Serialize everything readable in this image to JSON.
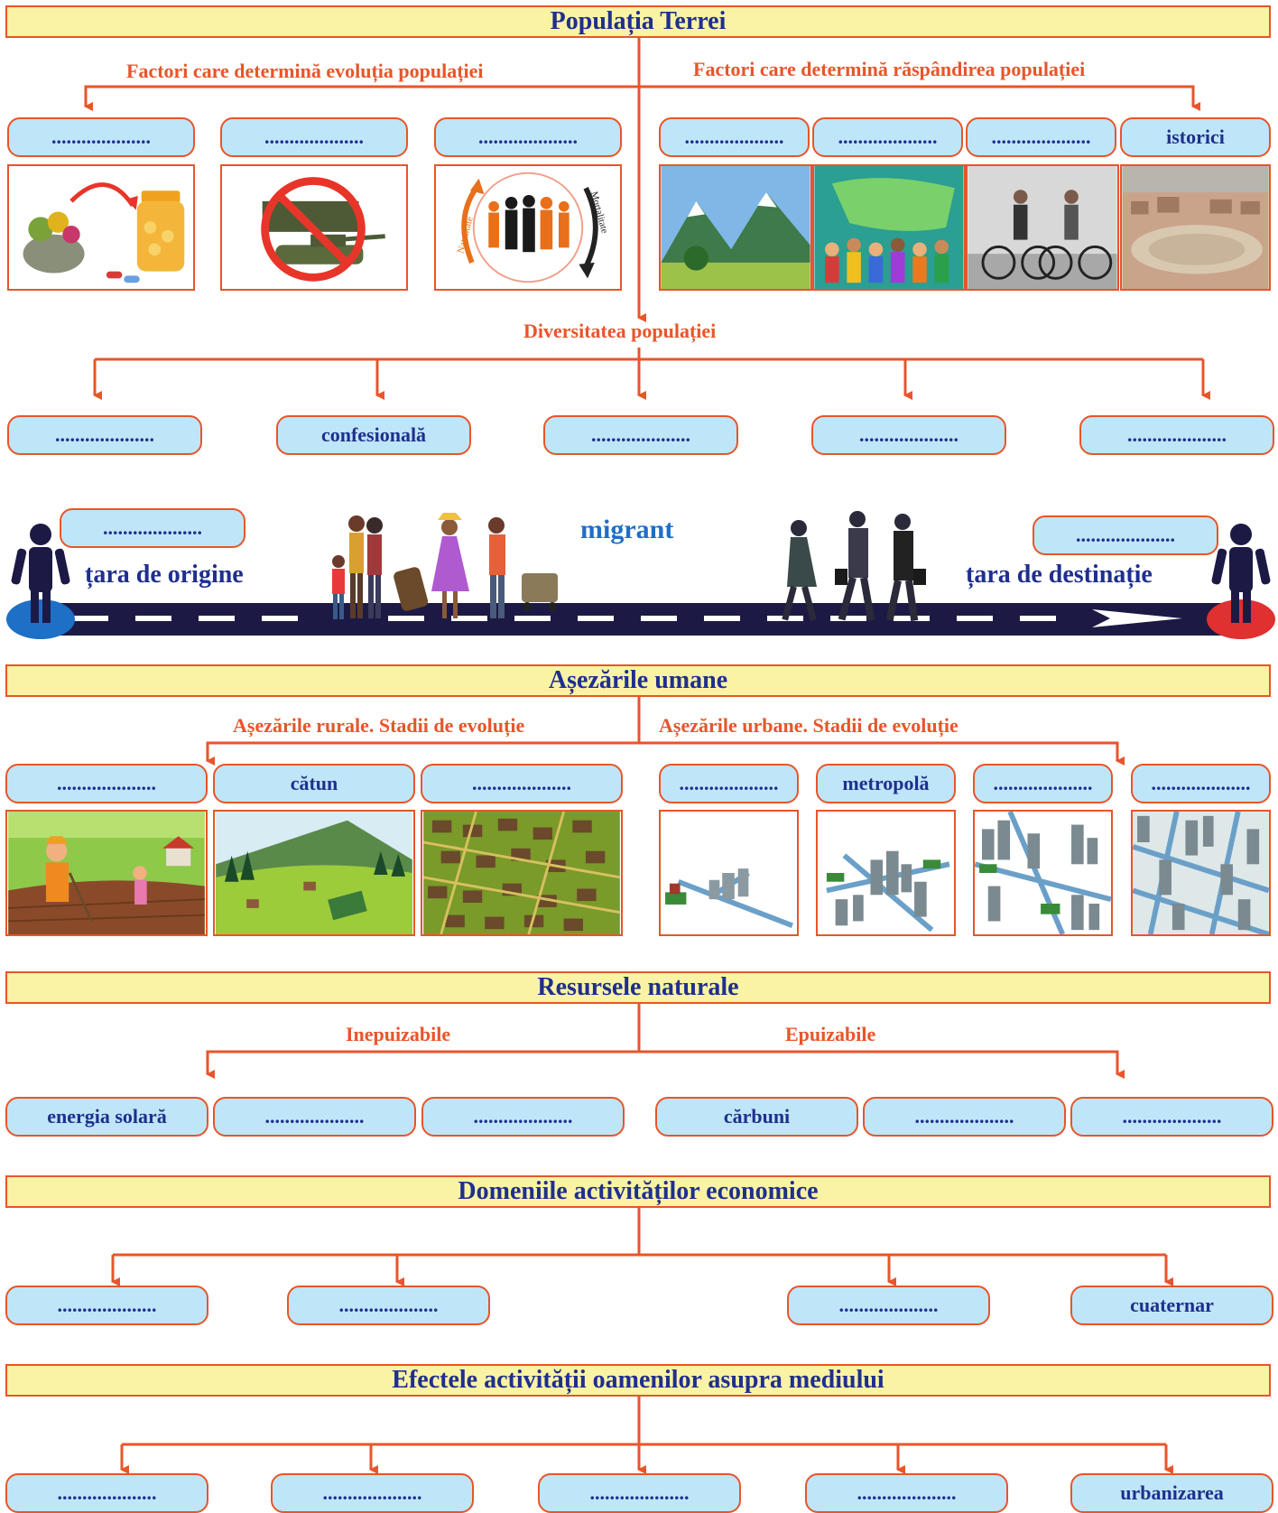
{
  "sections": {
    "population": {
      "title": "Populația Terrei",
      "evolution_label": "Factori care determină evoluția populației",
      "spread_label": "Factori care determină răspândirea populației",
      "evolution_boxes": [
        "....................",
        "....................",
        "...................."
      ],
      "spread_boxes": [
        "....................",
        "....................",
        "....................",
        "istorici"
      ],
      "diversity_label": "Diversitatea populației",
      "diversity_boxes": [
        "....................",
        "confesională",
        "....................",
        "....................",
        "...................."
      ]
    },
    "migration": {
      "origin_box": "....................",
      "destination_box": "....................",
      "origin_label": "țara de origine",
      "destination_label": "țara de destinație",
      "migrant_label": "migrant"
    },
    "settlements": {
      "title": "Așezările umane",
      "rural_label": "Așezările rurale. Stadii de evoluție",
      "urban_label": "Așezările urbane. Stadii de evoluție",
      "rural_boxes": [
        "....................",
        "cătun",
        "...................."
      ],
      "urban_boxes": [
        "....................",
        "metropolă",
        "....................",
        "...................."
      ]
    },
    "resources": {
      "title": "Resursele naturale",
      "inexhaustible_label": "Inepuizabile",
      "exhaustible_label": "Epuizabile",
      "inexhaustible_boxes": [
        "energia solară",
        "....................",
        "...................."
      ],
      "exhaustible_boxes": [
        "cărbuni",
        "....................",
        "...................."
      ]
    },
    "economy": {
      "title": "Domeniile activităților economice",
      "boxes": [
        "....................",
        "....................",
        "....................",
        "cuaternar"
      ]
    },
    "environment": {
      "title": "Efectele activității oamenilor asupra mediului",
      "boxes": [
        "....................",
        "....................",
        "....................",
        "....................",
        "urbanizarea"
      ]
    }
  },
  "image_labels": {
    "natality": "Natalitate",
    "mortality": "Mortalitate"
  },
  "colors": {
    "banner_fill": "#fbf3a4",
    "accent": "#e8552a",
    "pill_fill": "#bfe6f8",
    "text_blue": "#1f2f8e",
    "migrant_blue": "#1e6fc6",
    "road": "#1c1a45"
  }
}
